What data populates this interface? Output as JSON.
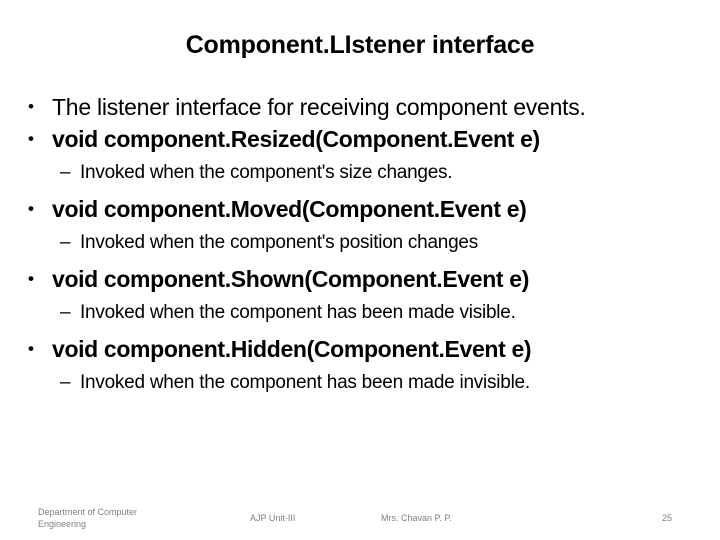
{
  "slide": {
    "title": "Component.LIstener interface",
    "bullet_markers": {
      "level1": "•",
      "level2": "–"
    },
    "content": [
      {
        "level": 1,
        "bold": false,
        "text": "The listener interface for receiving component events."
      },
      {
        "level": 1,
        "bold": true,
        "text": "void component.Resized(Component.Event e)"
      },
      {
        "level": 2,
        "bold": false,
        "text": "Invoked when the component's size changes."
      },
      {
        "level": 1,
        "bold": true,
        "text": "void component.Moved(Component.Event e)"
      },
      {
        "level": 2,
        "bold": false,
        "text": "Invoked when the component's position changes"
      },
      {
        "level": 1,
        "bold": true,
        "text": "void component.Shown(Component.Event e)"
      },
      {
        "level": 2,
        "bold": false,
        "text": "Invoked when the component has been made visible."
      },
      {
        "level": 1,
        "bold": true,
        "text": "void component.Hidden(Component.Event e)"
      },
      {
        "level": 2,
        "bold": false,
        "text": "Invoked when the component has been made invisible."
      }
    ]
  },
  "footer": {
    "department_line1": "Department of Computer",
    "department_line2": "Engineering",
    "unit": "AJP Unit-III",
    "author": "Mrs. Chavan P. P.",
    "page_number": "25",
    "text_color": "#7f7f7f"
  }
}
